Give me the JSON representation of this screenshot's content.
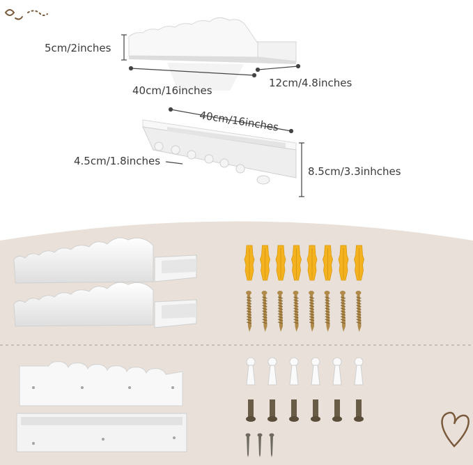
{
  "top_dimensions": {
    "shelf_height": "5cm/2inches",
    "shelf_length": "40cm/16inches",
    "shelf_depth": "12cm/4.8inches",
    "hook_shelf_length": "40cm/16inches",
    "hook_spacing": "4.5cm/1.8inches",
    "hook_shelf_height": "8.5cm/3.3inhches"
  },
  "hardware": {
    "wall_anchor_count": 8,
    "long_screw_count": 8,
    "knob_count": 6,
    "bolt_count": 6,
    "small_screw_count": 3
  },
  "colors": {
    "panel_bg": "#e9e1d9",
    "shelf_white": "#f7f7f7",
    "anchor_yellow": "#f4b21e",
    "screw_gold": "#b08a4a",
    "bolt_bronze": "#6a5d47",
    "sketch_brown": "#7a5a3c"
  }
}
